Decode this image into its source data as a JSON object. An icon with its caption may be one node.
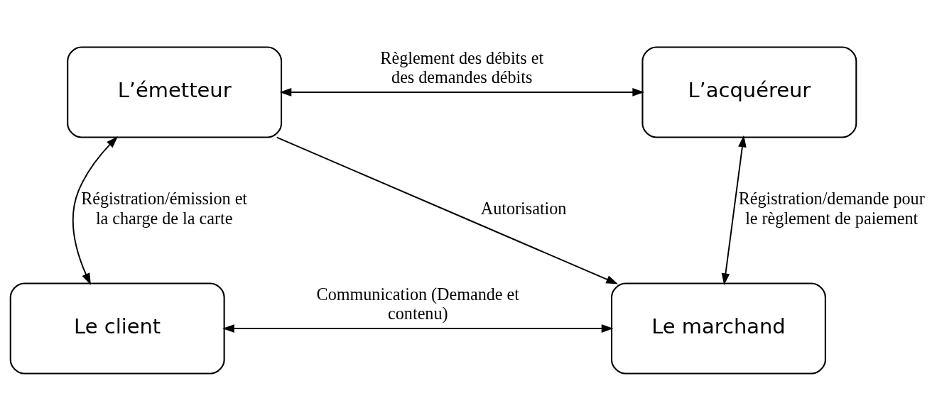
{
  "diagram": {
    "nodes": [
      {
        "text": [
          "L’émetteur"
        ]
      },
      {
        "text": [
          "L’acquéreur"
        ]
      },
      {
        "text": [
          "Le client"
        ]
      },
      {
        "text": [
          "Le marchand"
        ]
      }
    ],
    "edges": [
      {
        "from": 0,
        "to": 1,
        "arrow": "both",
        "label": "Règlement des débits et des demandes débits"
      },
      {
        "from": 0,
        "to": 2,
        "arrow": "both",
        "label": "Régistration/émission et la charge de la carte"
      },
      {
        "from": 0,
        "to": 3,
        "arrow": "to",
        "label": "Autorisation"
      },
      {
        "from": 1,
        "to": 3,
        "arrow": "both",
        "label": "Régistration/demande pour le règlement de paiement"
      },
      {
        "from": 2,
        "to": 3,
        "arrow": "both",
        "label": "Communication (Demande et contenu)"
      }
    ]
  }
}
